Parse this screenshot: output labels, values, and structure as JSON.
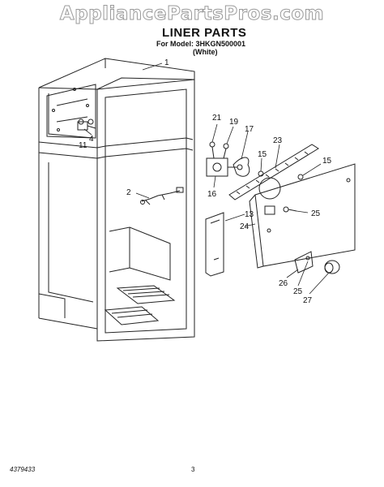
{
  "watermark": "AppliancePartsPros.com",
  "title": "LINER PARTS",
  "model_line": "For Model: 3HKGN500001",
  "variant": "(White)",
  "footer_id": "4379433",
  "page_number": "3",
  "callouts": [
    "1",
    "2",
    "4",
    "11",
    "13",
    "15",
    "15",
    "16",
    "17",
    "19",
    "21",
    "23",
    "24",
    "25",
    "25",
    "26",
    "27"
  ]
}
